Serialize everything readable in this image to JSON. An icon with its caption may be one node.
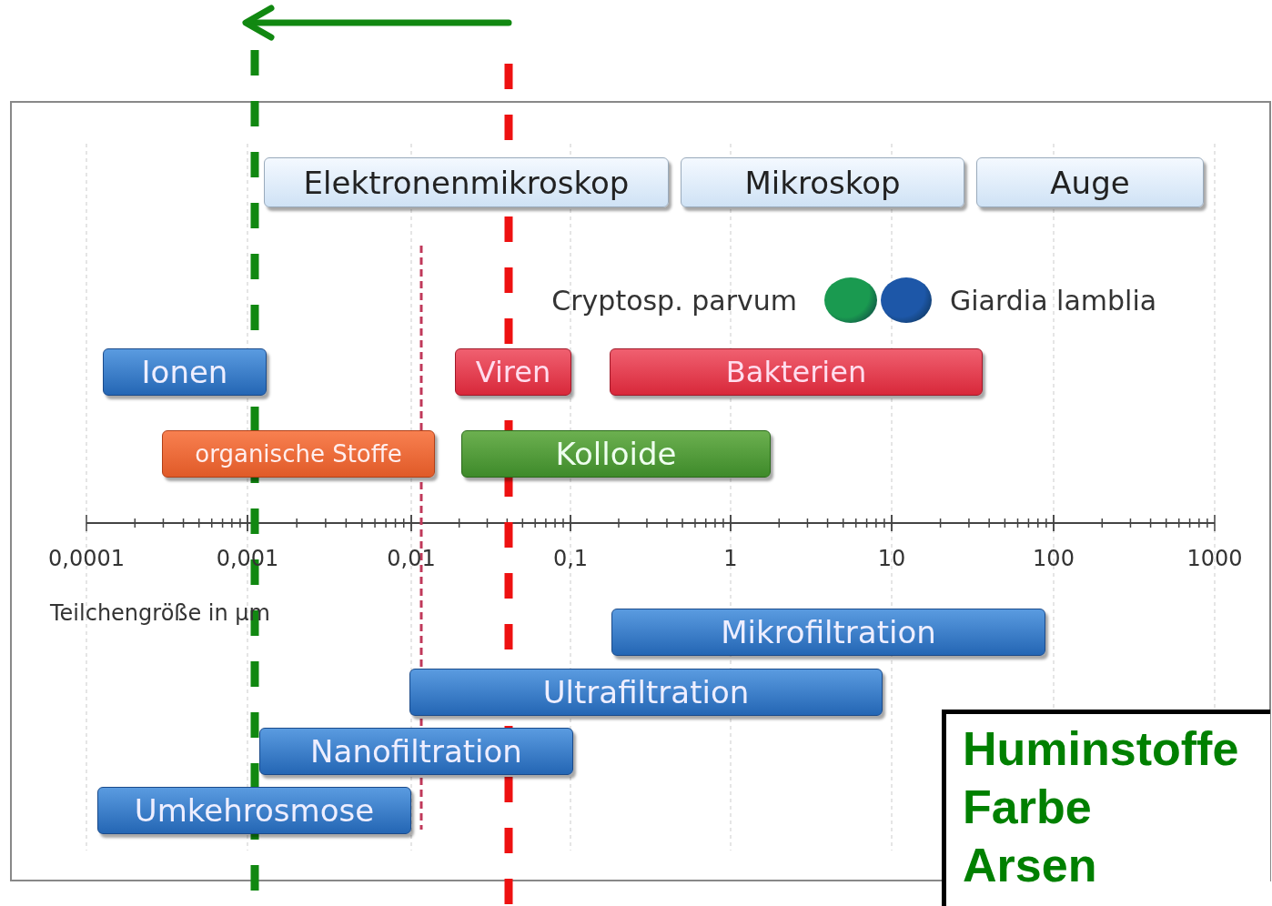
{
  "diagram": {
    "nodes": [
      {
        "text": [
          "Elektronenmikroskop"
        ]
      },
      {
        "text": [
          "Mikroskop"
        ]
      },
      {
        "text": [
          "Auge"
        ]
      },
      {
        "text": [
          "Ionen"
        ]
      },
      {
        "text": [
          "Viren"
        ]
      },
      {
        "text": [
          "Bakterien"
        ]
      },
      {
        "text": [
          "organische Stoffe"
        ]
      },
      {
        "text": [
          "Kolloide"
        ]
      },
      {
        "text": [
          "Mikrofiltration"
        ]
      },
      {
        "text": [
          "Ultrafiltration"
        ]
      },
      {
        "text": [
          "Nanofiltration"
        ]
      },
      {
        "text": [
          "Umkehrosmose"
        ]
      },
      {
        "text": [],
        "shape": "circle",
        "beside": [
          "Cryptosp. parvum"
        ]
      },
      {
        "text": [],
        "shape": "circle",
        "beside": [
          "Giardia lamblia"
        ]
      },
      {
        "text": [
          "Huminstoffe",
          "Farbe",
          "Arsen"
        ]
      }
    ],
    "labels": [
      "0,0001",
      "0,001",
      "0,01",
      "0,1",
      "1",
      "10",
      "100",
      "1000",
      "Teilchengröße in µm"
    ]
  }
}
